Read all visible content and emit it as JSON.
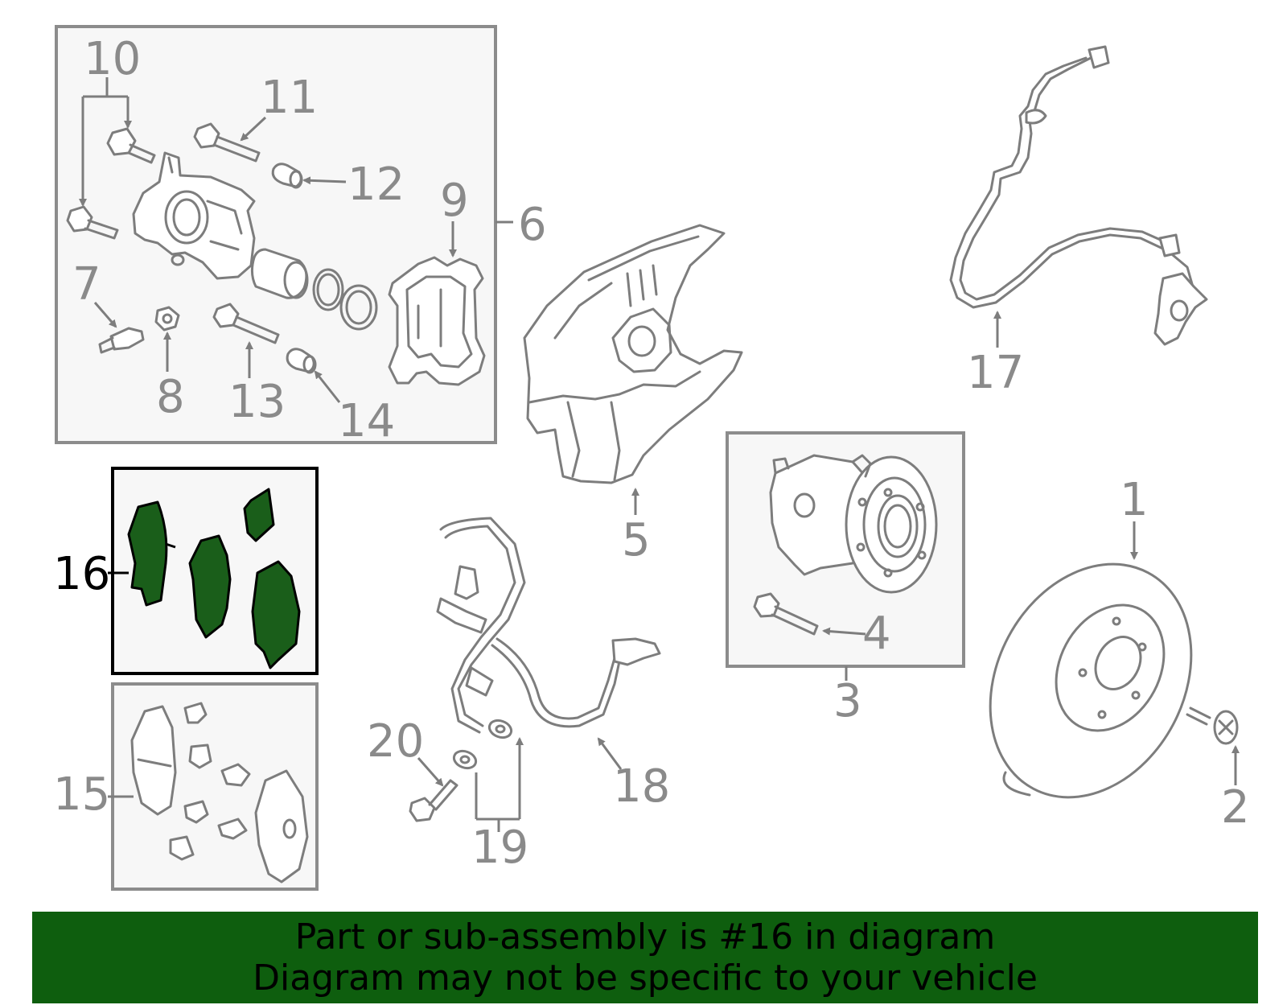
{
  "labels": {
    "l1": "1",
    "l2": "2",
    "l3": "3",
    "l4": "4",
    "l5": "5",
    "l6": "6",
    "l7": "7",
    "l8": "8",
    "l9": "9",
    "l10": "10",
    "l11": "11",
    "l12": "12",
    "l13": "13",
    "l14": "14",
    "l15": "15",
    "l16": "16",
    "l17": "17",
    "l18": "18",
    "l19": "19",
    "l20": "20"
  },
  "highlight": {
    "part": "16",
    "color": "#1a5e1a"
  },
  "banner": {
    "line1": "Part or sub-assembly is #16 in diagram",
    "line2": "Diagram may not be specific to your vehicle",
    "background": "#0e5e0e"
  }
}
